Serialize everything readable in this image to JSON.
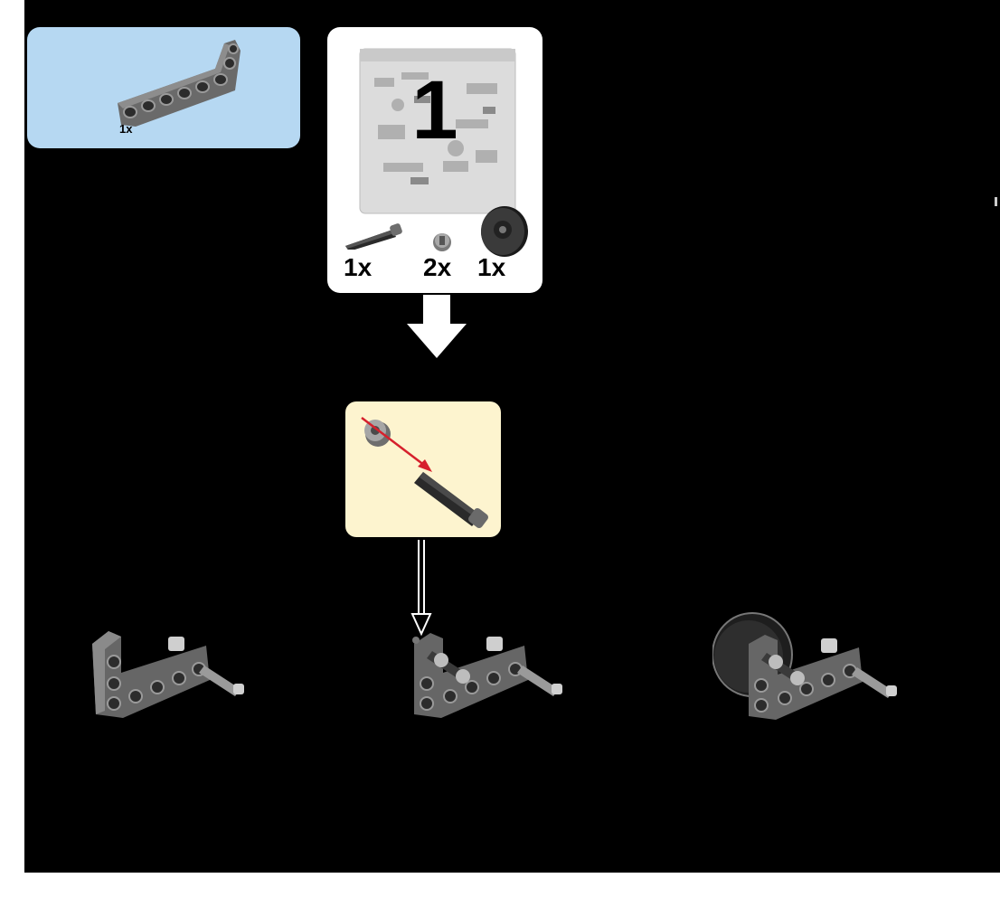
{
  "parts_callout": {
    "background": "#b6d8f2",
    "part_icon": "l-beam-icon",
    "quantity": "1x"
  },
  "bag_panel": {
    "step_number": "1",
    "bag_icon": "parts-bag-icon",
    "parts": [
      {
        "icon": "axle-icon",
        "quantity": "1x"
      },
      {
        "icon": "bushing-icon",
        "quantity": "2x"
      },
      {
        "icon": "wheel-icon",
        "quantity": "1x"
      }
    ]
  },
  "subassembly_panel": {
    "background": "#fdf4cf",
    "arrow_color": "#d6202c"
  },
  "assemblies": [
    {
      "icon": "beam-with-axle-icon"
    },
    {
      "icon": "beam-with-two-axles-icon"
    },
    {
      "icon": "beam-with-wheel-icon"
    }
  ]
}
